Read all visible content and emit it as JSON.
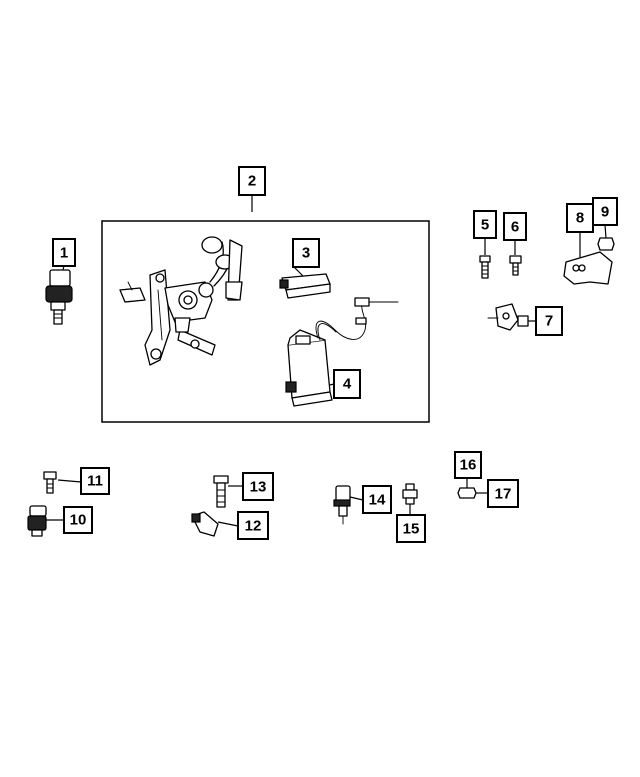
{
  "diagram": {
    "callouts": [
      {
        "id": "1",
        "label": "1"
      },
      {
        "id": "2",
        "label": "2"
      },
      {
        "id": "3",
        "label": "3"
      },
      {
        "id": "4",
        "label": "4"
      },
      {
        "id": "5",
        "label": "5"
      },
      {
        "id": "6",
        "label": "6"
      },
      {
        "id": "7",
        "label": "7"
      },
      {
        "id": "8",
        "label": "8"
      },
      {
        "id": "9",
        "label": "9"
      },
      {
        "id": "10",
        "label": "10"
      },
      {
        "id": "11",
        "label": "11"
      },
      {
        "id": "12",
        "label": "12"
      },
      {
        "id": "13",
        "label": "13"
      },
      {
        "id": "14",
        "label": "14"
      },
      {
        "id": "15",
        "label": "15"
      },
      {
        "id": "16",
        "label": "16"
      },
      {
        "id": "17",
        "label": "17"
      }
    ]
  },
  "colors": {
    "line": "#000000",
    "background": "#ffffff"
  }
}
